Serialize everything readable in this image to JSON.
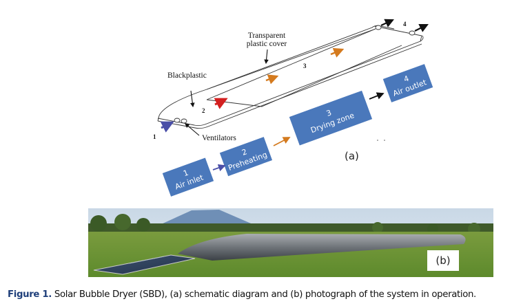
{
  "schematic": {
    "labels": {
      "cover": [
        "Transparent",
        "plastic cover"
      ],
      "black_plastic": "Blackplastic",
      "ventilators": "Ventilators",
      "num1": "1",
      "num2": "2",
      "num3": "3",
      "num4": "4"
    },
    "flow": [
      {
        "number": "1",
        "label": "Air inlet"
      },
      {
        "number": "2",
        "label": "Preheating"
      },
      {
        "number": "3",
        "label": "Drying zone"
      },
      {
        "number": "4",
        "label": "Air outlet"
      }
    ],
    "panel_label": "(a)",
    "colors": {
      "box": "#4a78bb",
      "arrow_inlet": "#4a4fa8",
      "arrow_heated": "#d47a1e",
      "arrow_red": "#d32020",
      "arrow_outlet": "#111111"
    }
  },
  "photo": {
    "panel_label": "(b)"
  },
  "caption": {
    "label": "Figure 1.",
    "text": " Solar Bubble Dryer (SBD), (a) schematic diagram and (b) photograph of the system in operation."
  }
}
